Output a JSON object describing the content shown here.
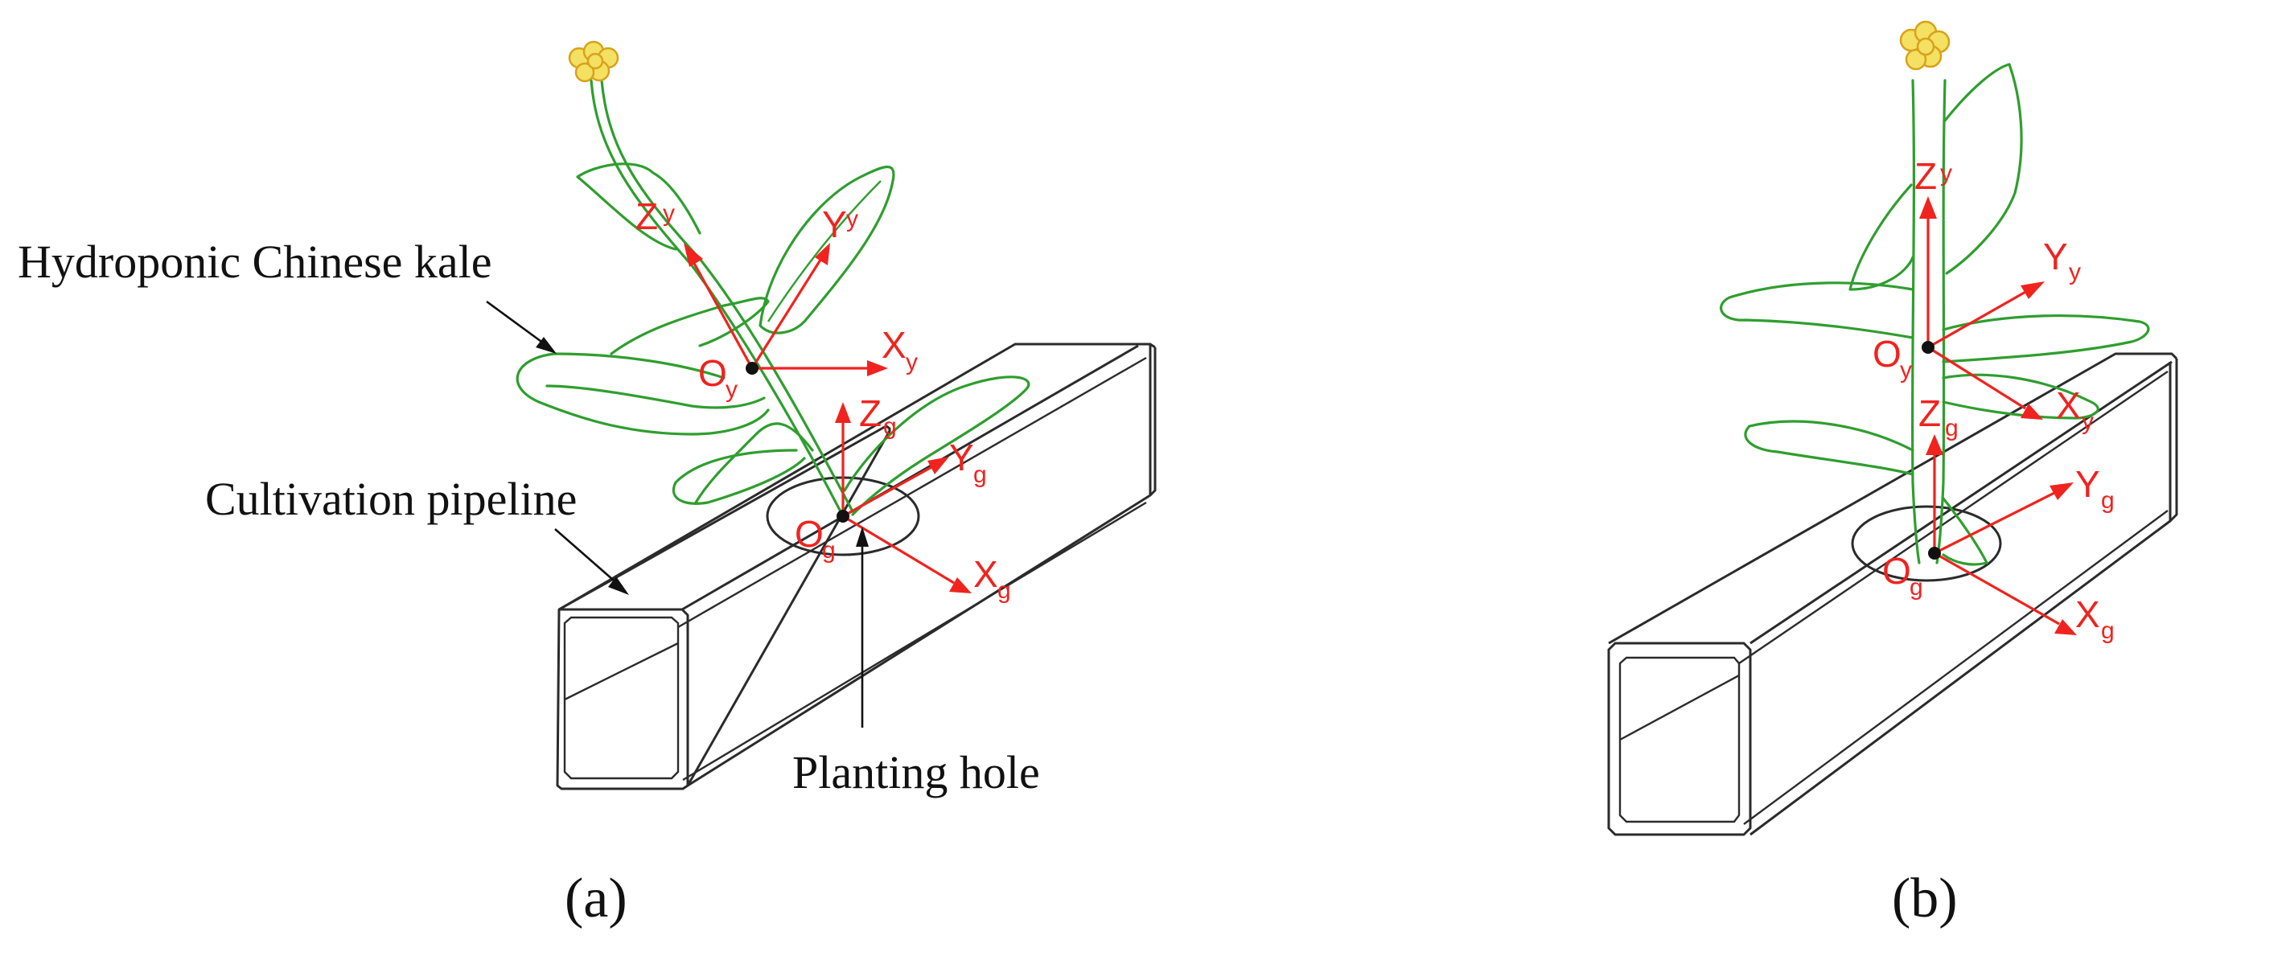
{
  "panels": {
    "a": {
      "label": "(a)",
      "labels": {
        "kale": "Hydroponic Chinese kale",
        "pipeline": "Cultivation pipeline",
        "hole": "Planting hole"
      },
      "axes_labels": {
        "zy": {
          "base": "Z",
          "sub": "y"
        },
        "yy": {
          "base": "Y",
          "sub": "y"
        },
        "xy": {
          "base": "X",
          "sub": "y"
        },
        "oy": {
          "base": "O",
          "sub": "y"
        },
        "zg": {
          "base": "Z",
          "sub": "g"
        },
        "yg": {
          "base": "Y",
          "sub": "g"
        },
        "xg": {
          "base": "X",
          "sub": "g"
        },
        "og": {
          "base": "O",
          "sub": "g"
        }
      }
    },
    "b": {
      "label": "(b)",
      "axes_labels": {
        "zy": {
          "base": "Z",
          "sub": "y"
        },
        "yy": {
          "base": "Y",
          "sub": "y"
        },
        "xy": {
          "base": "X",
          "sub": "y"
        },
        "oy": {
          "base": "O",
          "sub": "y"
        },
        "zg": {
          "base": "Z",
          "sub": "g"
        },
        "yg": {
          "base": "Y",
          "sub": "g"
        },
        "xg": {
          "base": "X",
          "sub": "g"
        },
        "og": {
          "base": "O",
          "sub": "g"
        }
      }
    }
  },
  "colors": {
    "axis": "#f0231e",
    "plant": "#2f9e2f",
    "flower": "#f4e063",
    "pipe": "#2b2b2b"
  }
}
